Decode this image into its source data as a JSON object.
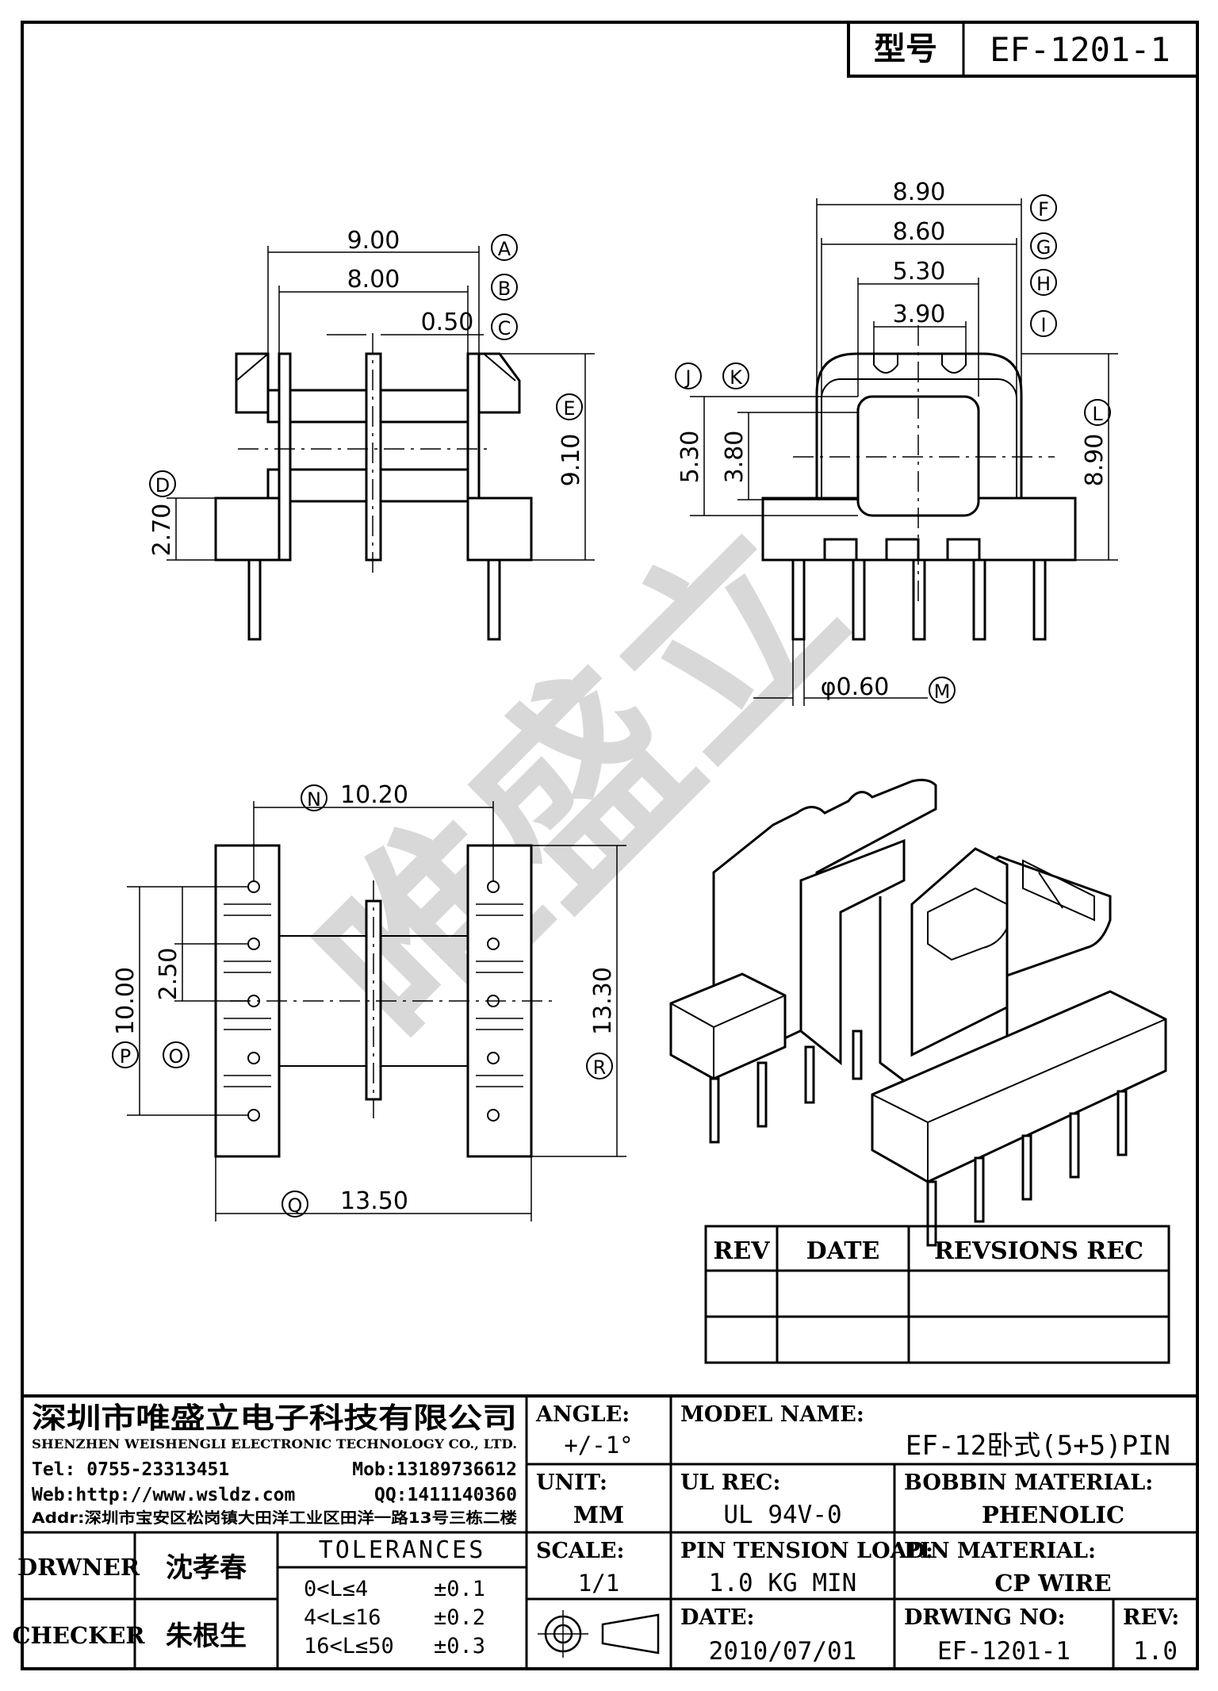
{
  "model_box": {
    "label": "型号",
    "value": "EF-1201-1"
  },
  "dims": {
    "A": {
      "tag": "A",
      "value": "9.00"
    },
    "B": {
      "tag": "B",
      "value": "8.00"
    },
    "C": {
      "tag": "C",
      "value": "0.50"
    },
    "D": {
      "tag": "D",
      "value": "2.70"
    },
    "E": {
      "tag": "E",
      "value": "9.10"
    },
    "F": {
      "tag": "F",
      "value": "8.90"
    },
    "G": {
      "tag": "G",
      "value": "8.60"
    },
    "H": {
      "tag": "H",
      "value": "5.30"
    },
    "I": {
      "tag": "I",
      "value": "3.90"
    },
    "J": {
      "tag": "J",
      "value": "5.30"
    },
    "K": {
      "tag": "K",
      "value": "3.80"
    },
    "L": {
      "tag": "L",
      "value": "8.90"
    },
    "M": {
      "tag": "M",
      "value": "φ0.60"
    },
    "N": {
      "tag": "N",
      "value": "10.20"
    },
    "O": {
      "tag": "O",
      "value": "2.50"
    },
    "P": {
      "tag": "P",
      "value": "10.00"
    },
    "Q": {
      "tag": "Q",
      "value": "13.50"
    },
    "R": {
      "tag": "R",
      "value": "13.30"
    }
  },
  "watermark": "唯盛立",
  "revisions": {
    "headers": [
      "REV",
      "DATE",
      "REVSIONS REC"
    ],
    "rows": [
      [
        "",
        "",
        ""
      ],
      [
        "",
        "",
        ""
      ]
    ]
  },
  "title_block": {
    "company_cn": "深圳市唯盛立电子科技有限公司",
    "company_en": "SHENZHEN WEISHENGLI ELECTRONIC TECHNOLOGY CO., LTD.",
    "tel": "Tel: 0755-23313451",
    "mob": "Mob:13189736612",
    "web": "Web:http://www.wsldz.com",
    "qq": "QQ:1411140360",
    "addr": "Addr:深圳市宝安区松岗镇大田洋工业区田洋一路13号三栋二楼",
    "angle_label": "ANGLE:",
    "angle_value": "+/-1°",
    "model_label": "MODEL NAME:",
    "model_value": "EF-12卧式(5+5)PIN",
    "unit_label": "UNIT:",
    "unit_value": "MM",
    "ul_label": "UL REC:",
    "ul_value": "UL 94V-0",
    "bobbin_label": "BOBBIN MATERIAL:",
    "bobbin_value": "PHENOLIC",
    "scale_label": "SCALE:",
    "scale_value": "1/1",
    "tension_label": "PIN TENSION LOAD:",
    "tension_value": "1.0 KG MIN",
    "pin_mat_label": "PIN MATERIAL:",
    "pin_mat_value": "CP WIRE",
    "date_label": "DATE:",
    "date_value": "2010/07/01",
    "dwg_label": "DRWING NO:",
    "dwg_value": "EF-1201-1",
    "rev_label": "REV:",
    "rev_value": "1.0",
    "drawer_label": "DRWNER",
    "drawer_value": "沈孝春",
    "checker_label": "CHECKER",
    "checker_value": "朱根生",
    "tol_label": "TOLERANCES",
    "tol_rows": [
      {
        "range": "0<L≤4",
        "tol": "±0.1"
      },
      {
        "range": "4<L≤16",
        "tol": "±0.2"
      },
      {
        "range": "16<L≤50",
        "tol": "±0.3"
      }
    ]
  }
}
